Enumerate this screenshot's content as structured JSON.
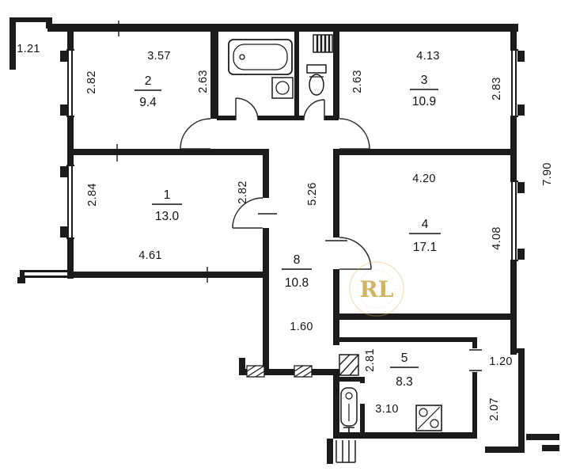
{
  "colors": {
    "ink": "#1b1b1b",
    "accent_gold": "#c6a23a"
  },
  "watermark": {
    "text": "RL"
  },
  "rooms": {
    "r1": {
      "number": "1",
      "area": "13.0"
    },
    "r2": {
      "number": "2",
      "area": "9.4"
    },
    "r3": {
      "number": "3",
      "area": "10.9"
    },
    "r4": {
      "number": "4",
      "area": "17.1"
    },
    "r5": {
      "number": "5",
      "area": "8.3"
    },
    "r8": {
      "number": "8",
      "area": "10.8"
    }
  },
  "dims": {
    "top_left": "1.21",
    "r2_w": "3.57",
    "r2_h_left": "2.82",
    "r2_h_right": "2.63",
    "r3_w": "4.13",
    "r3_h_left": "2.63",
    "r3_h_right": "2.83",
    "right_total": "7.90",
    "r1_w": "4.61",
    "r1_h_left": "2.84",
    "r1_h_right": "2.82",
    "corr_h": "5.26",
    "corr_w": "1.60",
    "r4_w": "4.20",
    "r4_h": "4.08",
    "r5_w": "3.10",
    "r5_h": "2.81",
    "balcony_w": "1.20",
    "balcony_h": "2.07"
  }
}
